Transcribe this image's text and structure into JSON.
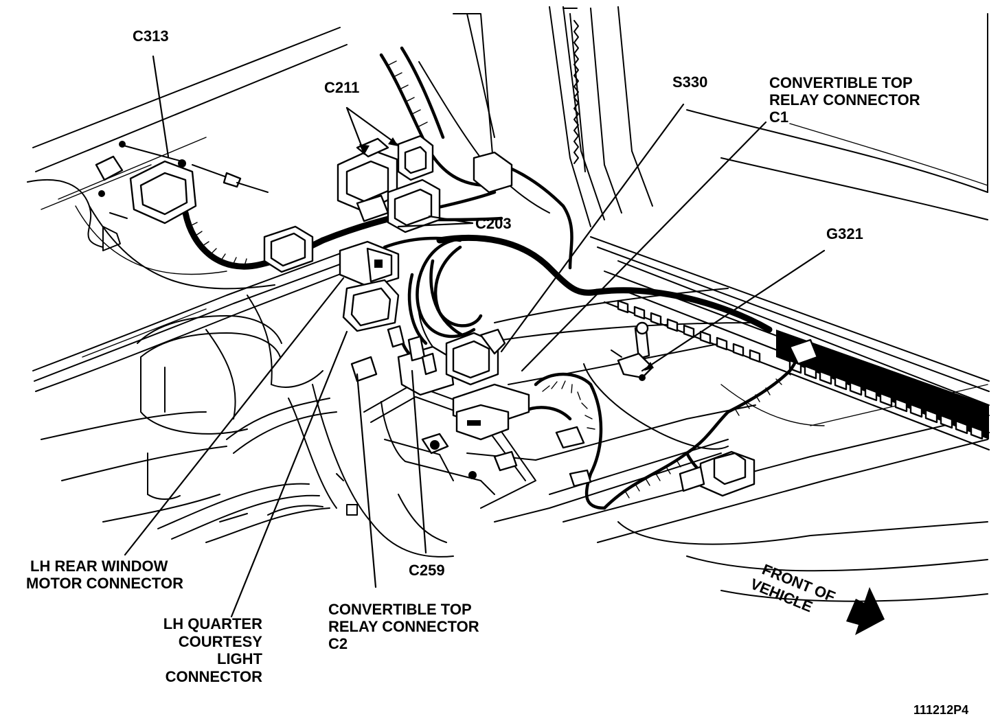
{
  "colors": {
    "ink": "#000000",
    "paper": "#ffffff"
  },
  "labels": {
    "c313": "C313",
    "c211": "C211",
    "s330": "S330",
    "conv_c1": [
      "CONVERTIBLE TOP",
      "RELAY CONNECTOR",
      "C1"
    ],
    "c203": "C203",
    "g321": "G321",
    "lh_rear_window": [
      "LH REAR WINDOW",
      "MOTOR CONNECTOR"
    ],
    "lh_quarter": [
      "LH QUARTER",
      "COURTESY",
      "LIGHT",
      "CONNECTOR"
    ],
    "conv_c2": [
      "CONVERTIBLE TOP",
      "RELAY CONNECTOR",
      "C2"
    ],
    "c259": "C259",
    "front_of_vehicle": [
      "FRONT OF",
      "VEHICLE"
    ],
    "figure_id": "111212P4"
  },
  "icons": {
    "front_arrow": "arrow-right-icon"
  }
}
